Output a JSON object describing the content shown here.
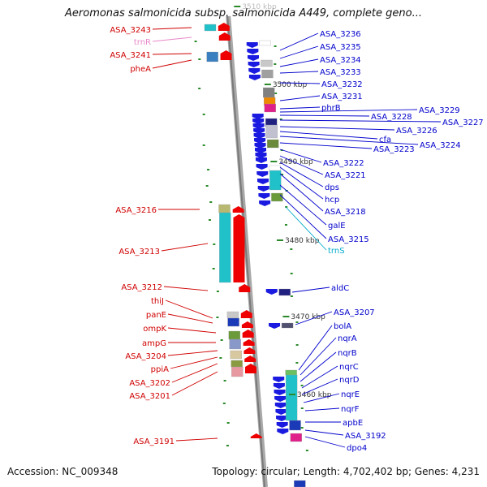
{
  "title": "Aeromonas salmonicida subsp. salmonicida A449, complete geno...",
  "accession": "Accession: NC_009348",
  "summary": "Topology: circular; Length: 4,702,402 bp; Genes: 4,231",
  "colors": {
    "forward_label": "#d00000",
    "reverse_label": "#0000cc",
    "trna_forward_label": "#e888c8",
    "trna_reverse_label": "#00aacc",
    "backbone": "#888888",
    "tick": "#2a8a2a"
  },
  "scale_ticks": [
    "3510 kbp",
    "3500 kbp",
    "3490 kbp",
    "3480 kbp",
    "3470 kbp",
    "3460 kbp"
  ],
  "forward_labels": [
    "ASA_3243",
    "trnR",
    "ASA_3241",
    "pheA",
    "ASA_3216",
    "ASA_3213",
    "ASA_3212",
    "thiJ",
    "panE",
    "ompK",
    "ampG",
    "ASA_3204",
    "ppiA",
    "ASA_3202",
    "ASA_3201",
    "ASA_3191"
  ],
  "reverse_labels": [
    "ASA_3236",
    "ASA_3235",
    "ASA_3234",
    "ASA_3233",
    "ASA_3232",
    "ASA_3231",
    "phrB",
    "ASA_3229",
    "ASA_3228",
    "ASA_3227",
    "ASA_3226",
    "cfa",
    "ASA_3224",
    "ASA_3223",
    "ASA_3222",
    "ASA_3221",
    "dps",
    "hcp",
    "ASA_3218",
    "galE",
    "ASA_3215",
    "trnS",
    "aldC",
    "ASA_3207",
    "bolA",
    "nqrA",
    "nqrB",
    "nqrC",
    "nqrD",
    "nqrE",
    "nqrF",
    "apbE",
    "ASA_3192",
    "dpo4"
  ]
}
